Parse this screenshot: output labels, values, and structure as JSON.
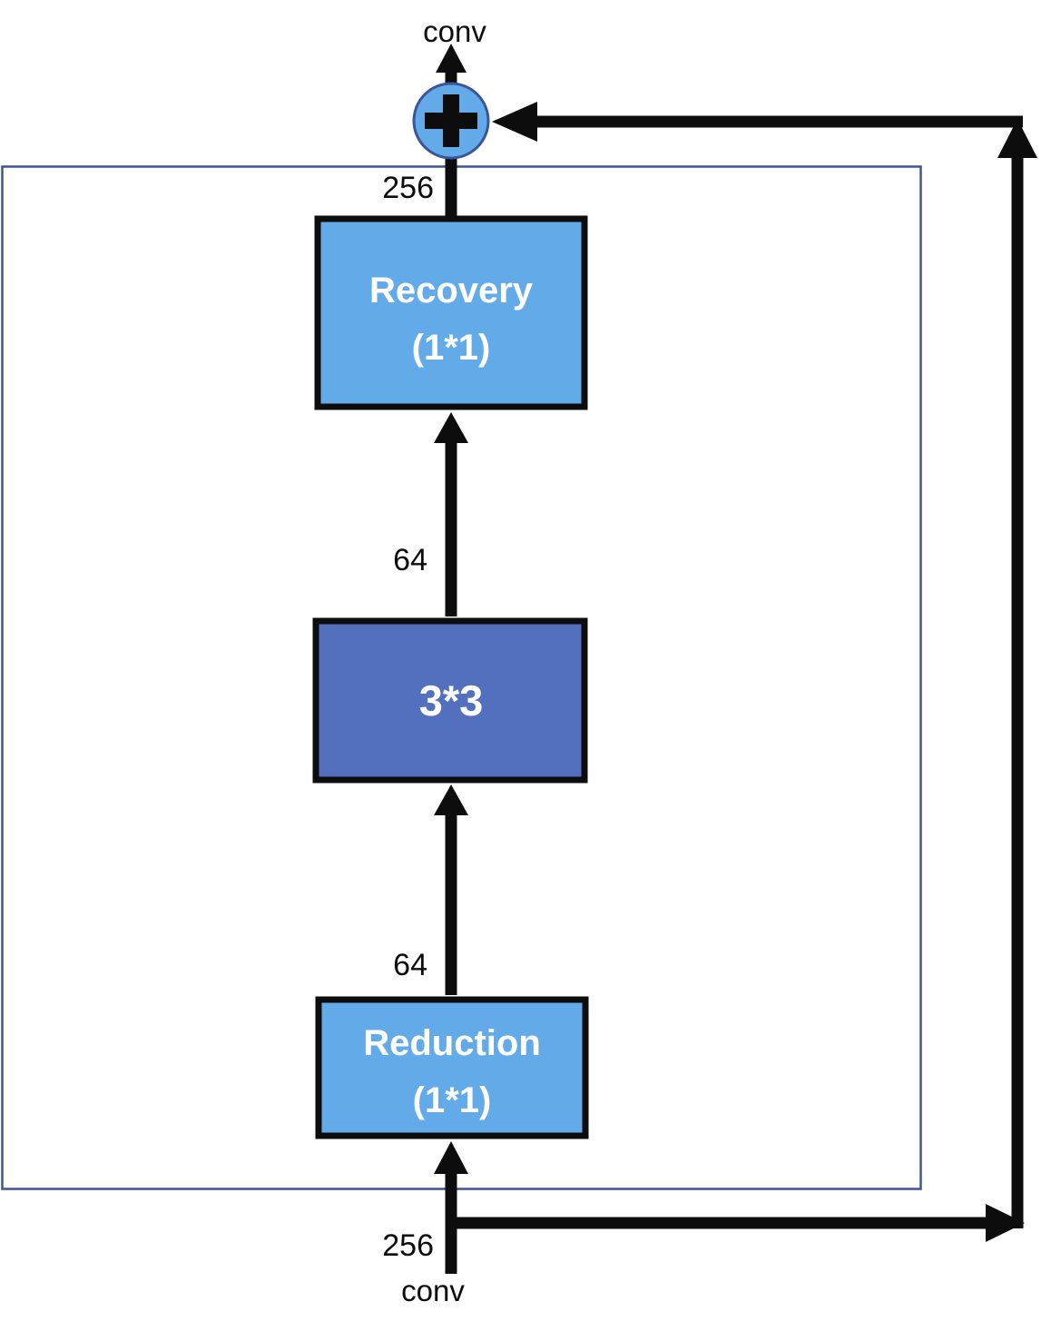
{
  "flow": {
    "output_label": "conv",
    "input_label": "conv",
    "recovery_to_sum_channels": "256",
    "conv3x3_to_recovery_channels": "64",
    "reduction_to_conv3x3_channels": "64",
    "input_to_reduction_channels": "256"
  },
  "blocks": {
    "recovery": {
      "title": "Recovery",
      "kernel": "(1*1)",
      "fill": "#62abe8"
    },
    "conv3x3": {
      "title": "3*3",
      "fill": "#5270be"
    },
    "reduction": {
      "title": "Reduction",
      "kernel": "(1*1)",
      "fill": "#62abe8"
    }
  },
  "plus_node": {
    "icon": "plus-icon",
    "symbol": "+",
    "fill": "#62abe8",
    "stroke": "#3a5699"
  },
  "colors": {
    "arrow": "#0d0d0d",
    "block_border": "#0d0d0d",
    "outer_border": "#3f5494",
    "background": "#ffffff"
  }
}
